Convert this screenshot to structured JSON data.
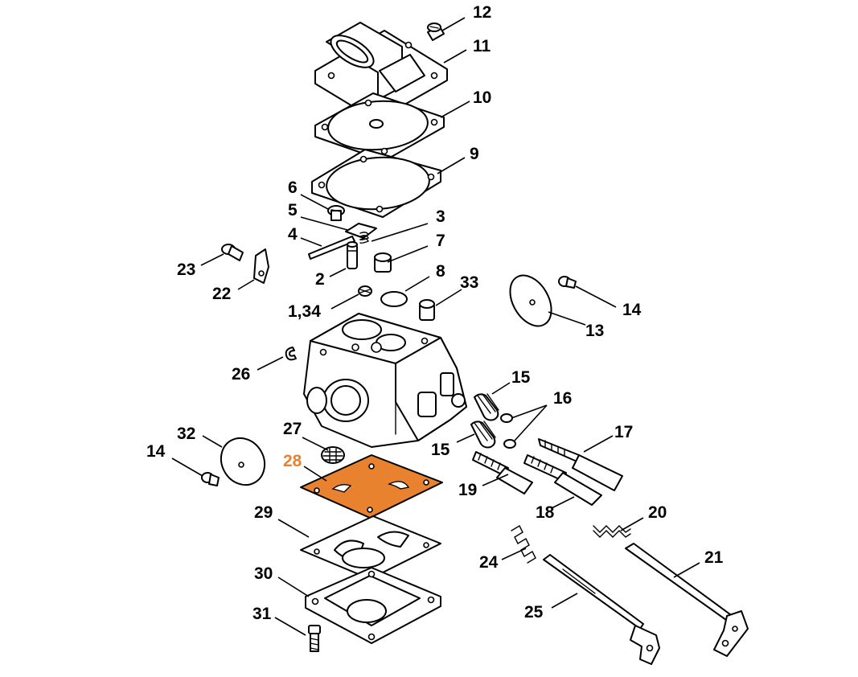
{
  "colors": {
    "highlight": "#e8822e",
    "ink": "#000000",
    "background": "#ffffff"
  },
  "labels": {
    "p12": "12",
    "p11": "11",
    "p10": "10",
    "p9": "9",
    "p6": "6",
    "p5": "5",
    "p3": "3",
    "p4": "4",
    "p7": "7",
    "p23": "23",
    "p22": "22",
    "p2": "2",
    "p8": "8",
    "p33": "33",
    "p1_34": "1,34",
    "p14a": "14",
    "p13": "13",
    "p26": "26",
    "p15a": "15",
    "p16": "16",
    "p17": "17",
    "p15b": "15",
    "p27": "27",
    "p32": "32",
    "p14b": "14",
    "p28": "28",
    "p19": "19",
    "p18": "18",
    "p29": "29",
    "p20": "20",
    "p21": "21",
    "p24": "24",
    "p30": "30",
    "p25": "25",
    "p31": "31"
  },
  "highlighted_part": "28"
}
